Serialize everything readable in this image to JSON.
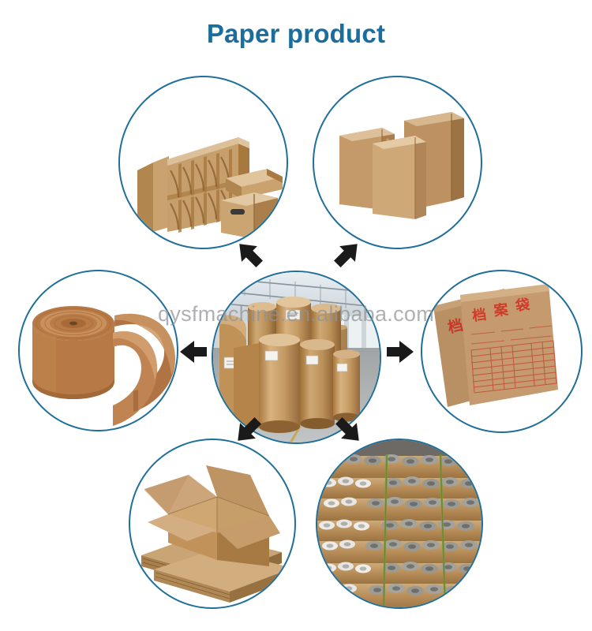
{
  "page": {
    "title": "Paper product",
    "background_color": "#ffffff",
    "title_color": "#1b6e9b",
    "accent_color": "#1f6f9a"
  },
  "watermark": {
    "text": "qysfmachine.en.alibaba.com",
    "color": "#8f9398"
  },
  "diagram": {
    "type": "hub-and-spoke",
    "hub": {
      "name": "paper-rolls-warehouse",
      "caption": "Large kraft paper jumbo rolls stored in a factory warehouse"
    },
    "spokes": [
      {
        "name": "cardboard-dividers-boxes",
        "position": "top-left",
        "caption": "Corrugated partition inserts and archive storage boxes"
      },
      {
        "name": "kraft-paper-bags",
        "position": "top-right",
        "caption": "Brown kraft paper shopping bags with twisted rope handles"
      },
      {
        "name": "corrugated-paper-rolls",
        "position": "left",
        "caption": "Rolls of single-face corrugated kraft paper"
      },
      {
        "name": "document-envelopes",
        "position": "right",
        "caption": "Kraft document envelopes printed in red"
      },
      {
        "name": "corrugated-carton-box",
        "position": "bottom-left",
        "caption": "Open corrugated carton box on stacked cardboard sheets"
      },
      {
        "name": "paper-tubes",
        "position": "bottom-right",
        "caption": "Stacks of bundled paper cores and mailing tubes"
      }
    ],
    "arrows": [
      {
        "name": "arrow-to-top-left",
        "direction": "up-left"
      },
      {
        "name": "arrow-to-top-right",
        "direction": "up-right"
      },
      {
        "name": "arrow-to-left",
        "direction": "left"
      },
      {
        "name": "arrow-to-right",
        "direction": "right"
      },
      {
        "name": "arrow-to-bottom-left",
        "direction": "down-left"
      },
      {
        "name": "arrow-to-bottom-right",
        "direction": "down-right"
      }
    ]
  },
  "envelope": {
    "heading": "档案袋"
  }
}
